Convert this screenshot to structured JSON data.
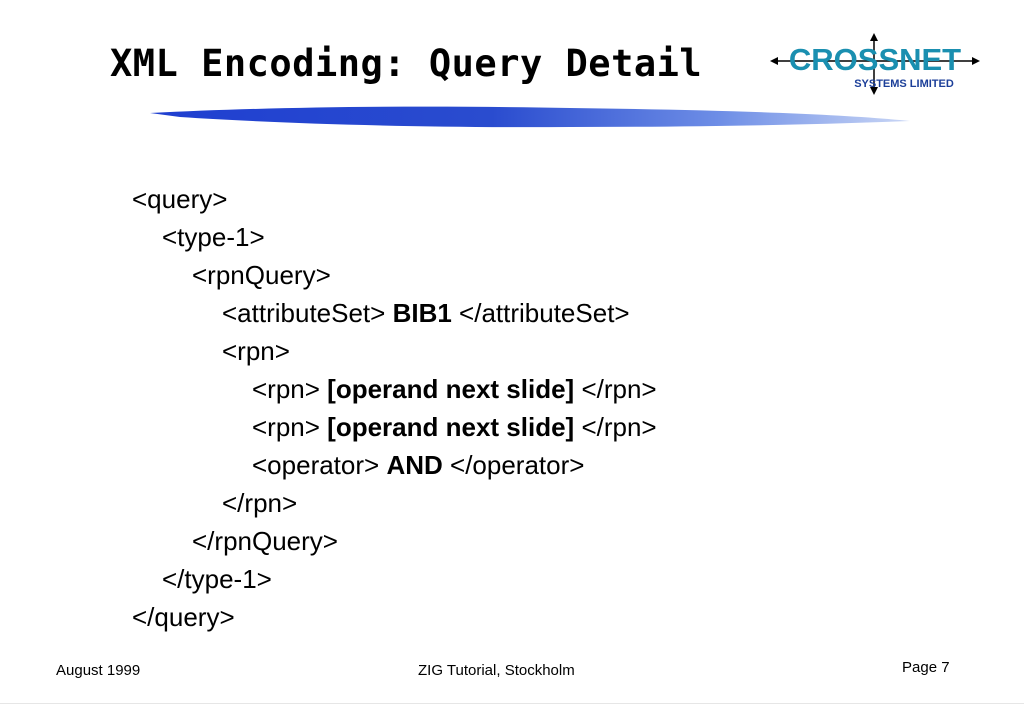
{
  "slide": {
    "title": "XML Encoding: Query Detail",
    "logo": {
      "name": "CROSSNET",
      "subtitle": "SYSTEMS LIMITED",
      "primary_color": "#1a8fb0",
      "secondary_color": "#1c3f99"
    },
    "accent_color": "#2a4ccf",
    "code_lines": [
      {
        "indent": 0,
        "pre": "<query>",
        "bold": "",
        "post": ""
      },
      {
        "indent": 1,
        "pre": "<type-1>",
        "bold": "",
        "post": ""
      },
      {
        "indent": 2,
        "pre": "<rpnQuery>",
        "bold": "",
        "post": ""
      },
      {
        "indent": 3,
        "pre": "<attributeSet> ",
        "bold": "BIB1",
        "post": " </attributeSet>"
      },
      {
        "indent": 3,
        "pre": "<rpn>",
        "bold": "",
        "post": ""
      },
      {
        "indent": 4,
        "pre": "<rpn> ",
        "bold": "[operand next slide]",
        "post": " </rpn>"
      },
      {
        "indent": 4,
        "pre": "<rpn> ",
        "bold": "[operand next slide]",
        "post": " </rpn>"
      },
      {
        "indent": 4,
        "pre": "<operator> ",
        "bold": "AND",
        "post": " </operator>"
      },
      {
        "indent": 3,
        "pre": "</rpn>",
        "bold": "",
        "post": ""
      },
      {
        "indent": 2,
        "pre": "</rpnQuery>",
        "bold": "",
        "post": ""
      },
      {
        "indent": 1,
        "pre": "</type-1>",
        "bold": "",
        "post": ""
      },
      {
        "indent": 0,
        "pre": "</query>",
        "bold": "",
        "post": ""
      }
    ],
    "footer": {
      "date": "August 1999",
      "event": "ZIG Tutorial, Stockholm",
      "page": "Page 7"
    }
  }
}
